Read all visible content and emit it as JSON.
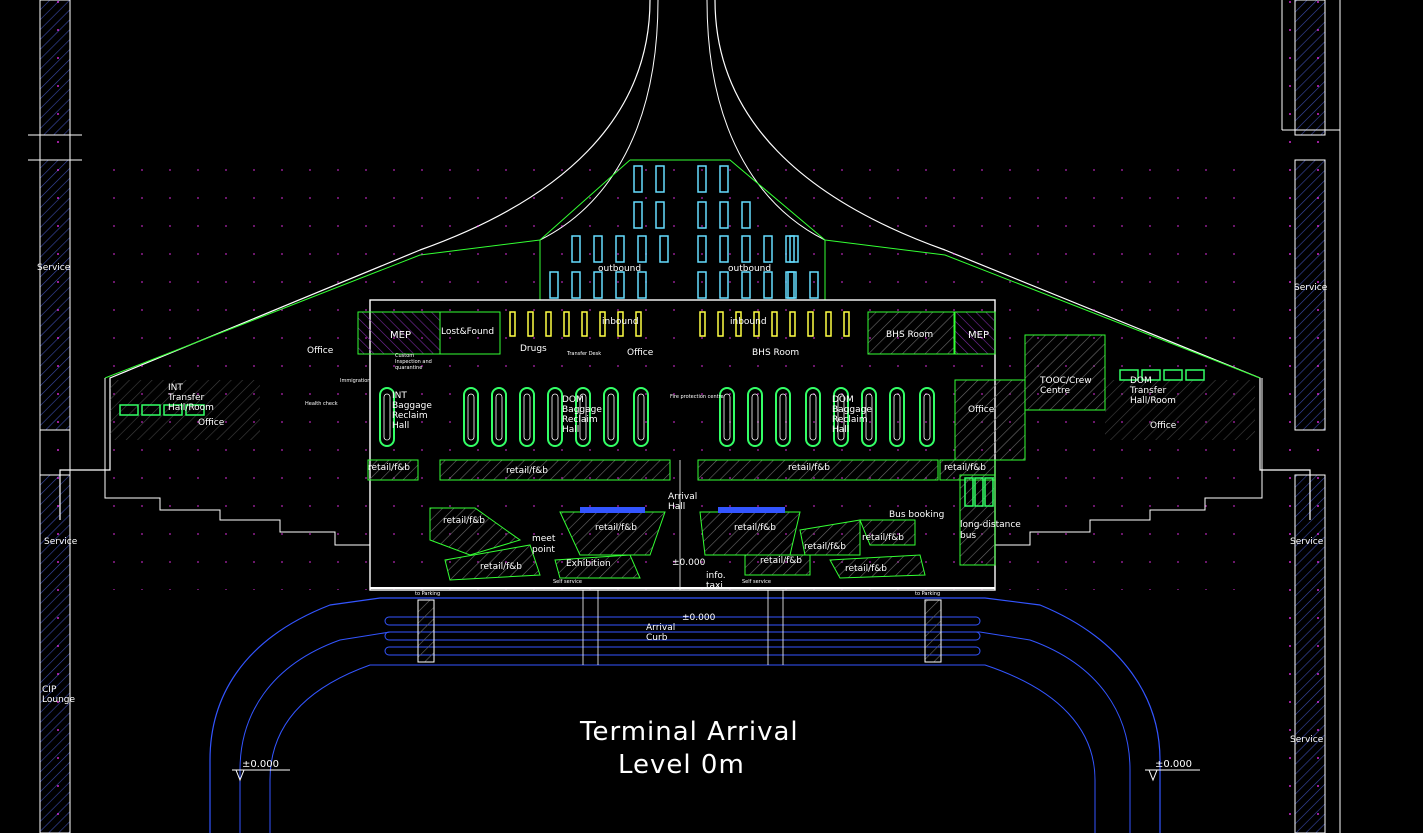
{
  "title": {
    "line1": "Terminal  Arrival",
    "line2": "Level   0m"
  },
  "elevations": {
    "left": "±0.000",
    "right": "±0.000",
    "center": "±0.000",
    "curb": "±0.000"
  },
  "colors": {
    "background": "#000000",
    "wall_white": "#ffffff",
    "wall_green": "#33ff33",
    "road_blue": "#3355ff",
    "hatch_grey": "#7a7a7a",
    "magenta": "#ff33ff",
    "carousel_green": "#33ff66",
    "cyan": "#66ddff",
    "yellow": "#ffff44",
    "purple": "#cc66ff",
    "red": "#ff3333"
  },
  "labels": {
    "service_left_top": "Service",
    "service_left_mid": "Service",
    "cip_lounge": "CIP\nLounge",
    "service_right_top": "Service",
    "service_right_mid": "Service",
    "service_right_bottom": "Service",
    "outbound_left": "outbound",
    "outbound_right": "outbound",
    "inbound_left": "inbound",
    "inbound_right": "inbound",
    "mep_left": "MEP",
    "lost_found": "Lost&Found",
    "office_top_left": "Office",
    "office_center": "Office",
    "drugs": "Drugs",
    "bhs_room_center": "BHS Room",
    "bhs_room_right": "BHS Room",
    "mep_right": "MEP",
    "int_reclaim": "INT\nBaggage\nReclaim\nHall",
    "dom_reclaim_left": "DOM\nBaggage\nReclaim\nHall",
    "dom_reclaim_right": "DOM\nBaggage\nReclaim\nHall",
    "int_transfer": "INT\nTransfer\nHall/Room",
    "office_left_wing": "Office",
    "dom_transfer": "DOM\nTransfer\nHall/Room",
    "office_right_wing": "Office",
    "tooc_crew": "TOOC/Crew\nCentre",
    "office_right": "Office",
    "retail_1": "retail/f&b",
    "retail_2": "retail/f&b",
    "retail_3": "retail/f&b",
    "retail_4": "retail/f&b",
    "retail_5": "retail/f&b",
    "retail_6": "retail/f&b",
    "retail_7": "retail/f&b",
    "retail_8": "retail/f&b",
    "retail_9": "retail/f&b",
    "retail_10": "retail/f&b",
    "retail_11": "retail/f&b",
    "arrival_hall": "Arrival\nHall",
    "meet_point": "meet\npoint",
    "exhibition": "Exhibition",
    "info_taxi": "info.\ntaxi",
    "bus_booking": "Bus booking",
    "long_distance_bus": "long-distance\nbus",
    "arrival_curb": "Arrival\nCurb",
    "customs": "Custom\nInspection and\nquarantine",
    "health_check": "Health check",
    "immigration": "Immigration",
    "transfer_desk": "Transfer Desk",
    "to_parking_left": "to Parking",
    "to_parking_right": "to Parking",
    "fire_protection_centre": "Fire protection centre",
    "self_service_a": "Self service",
    "self_service_b": "Self service"
  }
}
